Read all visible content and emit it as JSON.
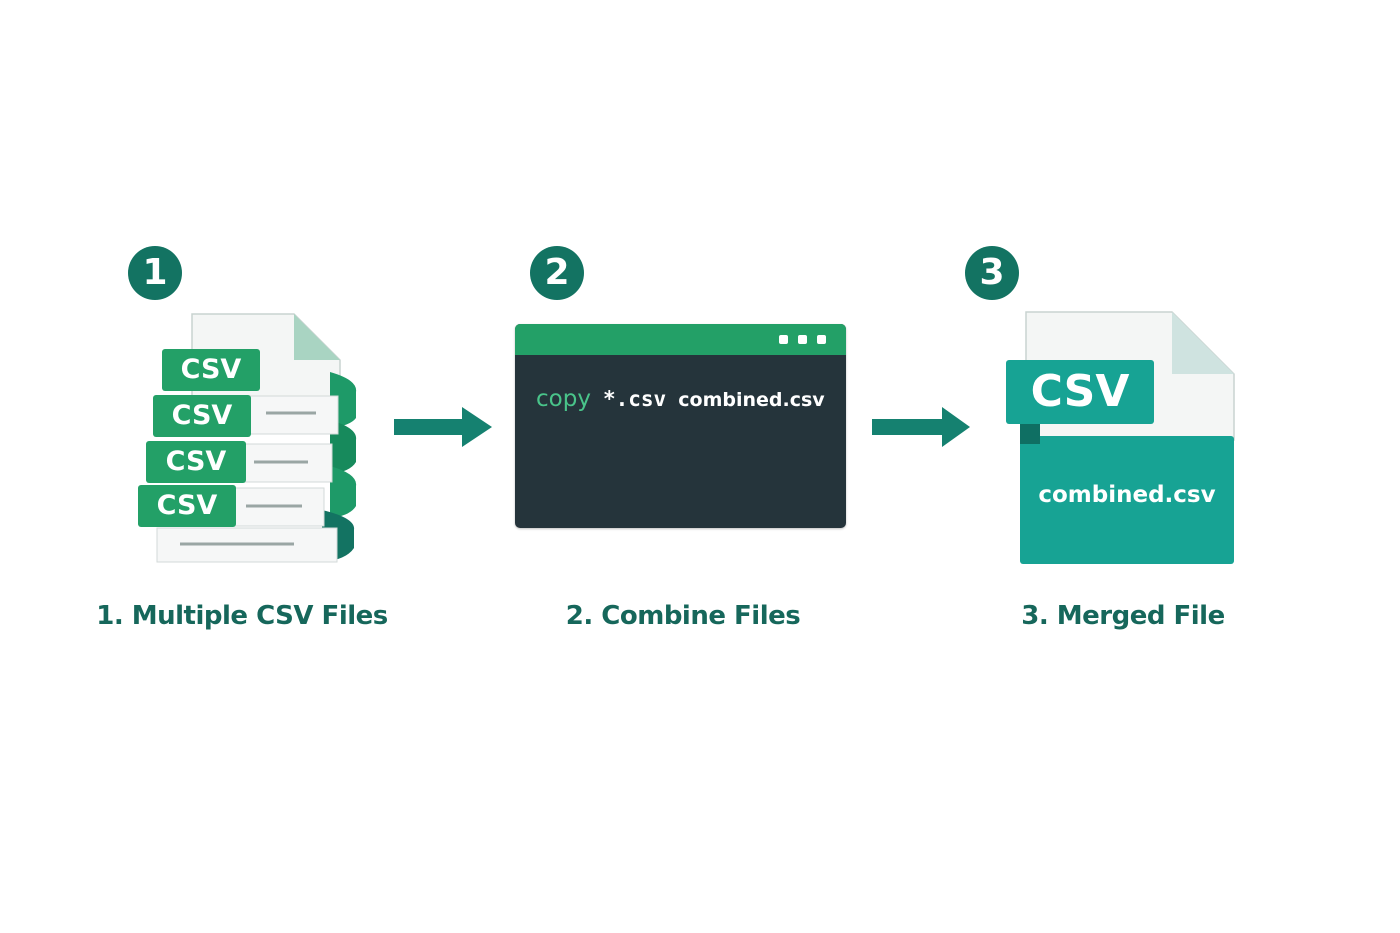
{
  "steps": [
    {
      "number": "1",
      "caption": "1. Multiple CSV Files",
      "file_labels": [
        "CSV",
        "CSV",
        "CSV",
        "CSV"
      ]
    },
    {
      "number": "2",
      "caption": "2. Combine Files",
      "command": {
        "keyword": "copy",
        "pattern": "*.csv",
        "output": "combined.csv"
      }
    },
    {
      "number": "3",
      "caption": "3. Merged File",
      "file_label": "CSV",
      "file_name": "combined.csv"
    }
  ],
  "colors": {
    "step_circle": "#137362",
    "caption_text": "#16675b",
    "csv_green": "#23a067",
    "merged_teal": "#17a394",
    "terminal_body": "#25343b",
    "arrow": "#158170"
  },
  "icons": {
    "arrow": "arrow-right-icon",
    "files": "file-stack-icon",
    "terminal": "terminal-window-icon",
    "merged": "csv-file-icon"
  }
}
